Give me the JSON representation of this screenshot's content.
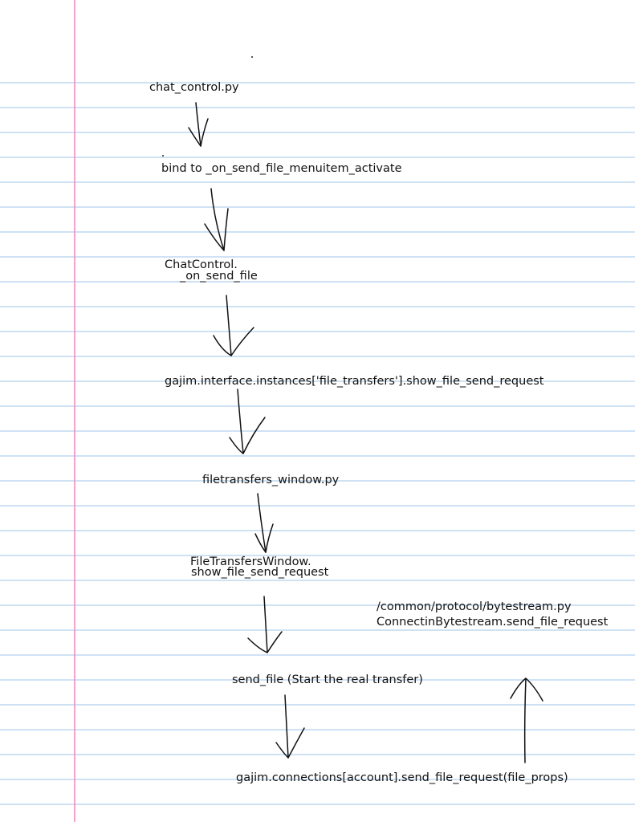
{
  "colors": {
    "ruled_line": "#9ec5e8",
    "margin_line": "#f08cc0",
    "ink": "#111111"
  },
  "nodes": {
    "chat_control": "chat_control.py",
    "bind": "bind to _on_send_file_menuitem_activate",
    "chatcontrol_line1": "ChatControl.",
    "chatcontrol_line2": "_on_send_file",
    "gajim_interface": "gajim.interface.instances['file_transfers'].show_file_send_request",
    "filetransfers_window": "filetransfers_window.py",
    "ftw_line1": "FileTransfersWindow.",
    "ftw_line2": "show_file_send_request",
    "bytestream_line1": "/common/protocol/bytestream.py",
    "bytestream_line2": "ConnectinBytestream.send_file_request",
    "send_file": "send_file (Start the real transfer)",
    "connections": "gajim.connections[account].send_file_request(file_props)"
  }
}
